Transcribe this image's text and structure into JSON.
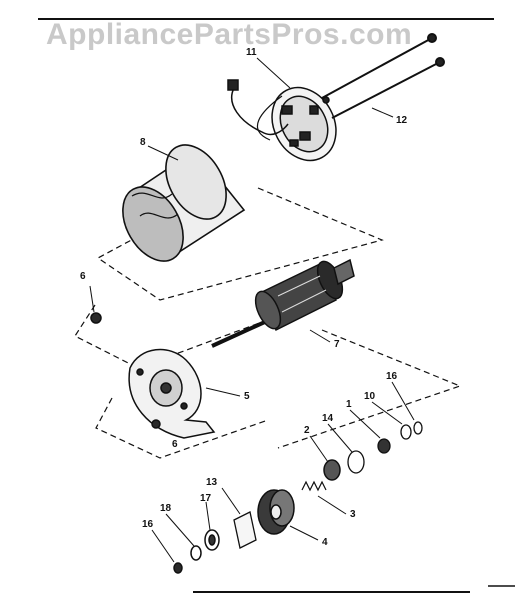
{
  "watermark": {
    "text": "AppliancePartsPros.com"
  },
  "callouts": {
    "c1": "1",
    "c2": "2",
    "c3": "3",
    "c4": "4",
    "c5": "5",
    "c6a": "6",
    "c6b": "6",
    "c7": "7",
    "c8": "8",
    "c10": "10",
    "c11": "11",
    "c12": "12",
    "c13": "13",
    "c14": "14",
    "c16a": "16",
    "c16b": "16",
    "c17": "17",
    "c18": "18"
  },
  "colors": {
    "ink": "#111111",
    "watermark": "#c9c9c9",
    "background": "#ffffff"
  }
}
